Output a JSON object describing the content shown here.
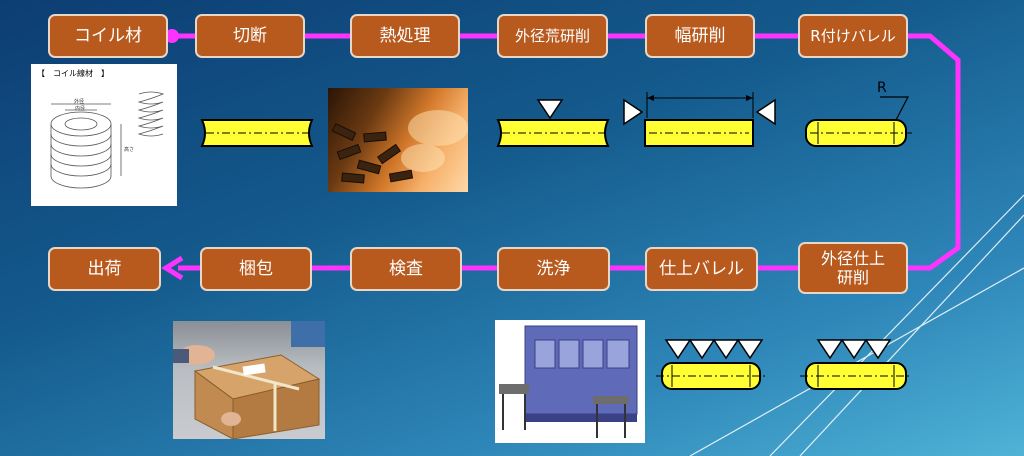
{
  "colors": {
    "connector": "#ff33ff",
    "step_fill": "#b85a1e",
    "part_fill": "#ffff33",
    "mark_fill": "#ffffff"
  },
  "flow": {
    "row1": [
      "コイル材",
      "切断",
      "熱処理",
      "外径荒研削",
      "幅研削",
      "R付けバレル"
    ],
    "row2_right_to_left": [
      "外径仕上研削",
      "仕上バレル",
      "洗浄",
      "検査",
      "梱包",
      "出荷"
    ]
  },
  "steps": {
    "coil": "コイル材",
    "cut": "切断",
    "heat": "熱処理",
    "od_rough": "外径荒研削",
    "width": "幅研削",
    "r_barrel": "R付けバレル",
    "od_finish_1": "外径仕上",
    "od_finish_2": "研削",
    "finish_barrel": "仕上バレル",
    "wash": "洗浄",
    "inspect": "検査",
    "pack": "梱包",
    "ship": "出荷"
  },
  "figures": {
    "coil_doc_title": "【　コイル線材　】",
    "coil_labels": [
      "外径",
      "内径",
      "高さ"
    ],
    "r_mark": "R"
  }
}
